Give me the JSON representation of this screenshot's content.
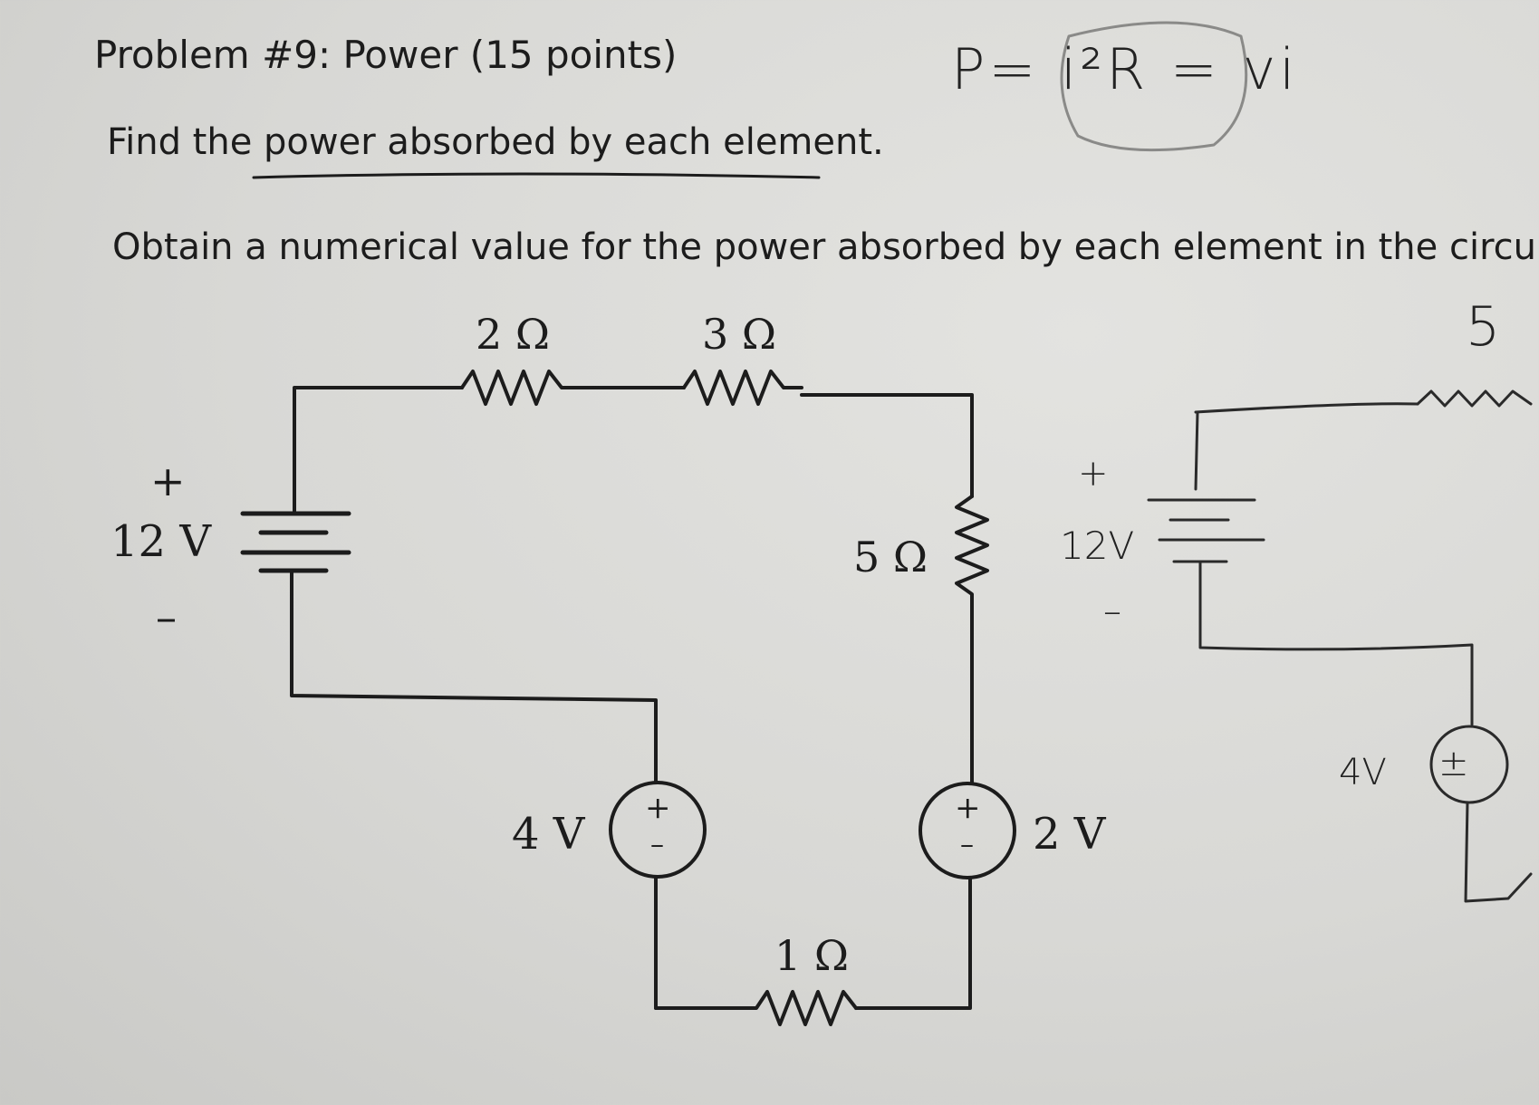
{
  "header": {
    "title": "Problem #9: Power (15 points)",
    "subtitle": "Find the power absorbed by each element.",
    "instruction": "Obtain a numerical value for the power absorbed by each element in the circuit."
  },
  "handwritten": {
    "formula": "P= i²R = vi",
    "five": "5",
    "source_12v": "12V",
    "source_4v": "4V",
    "plus": "+",
    "minus": "–",
    "plus_minus": "±"
  },
  "circuit": {
    "resistors": {
      "r_top_left": "2 Ω",
      "r_top_right": "3 Ω",
      "r_right": "5 Ω",
      "r_bottom": "1 Ω"
    },
    "battery": {
      "label": "12 V",
      "plus": "+",
      "minus": "–"
    },
    "source_4v": {
      "label": "4 V",
      "plus": "+",
      "minus": "–"
    },
    "source_2v": {
      "label": "2 V",
      "plus": "+",
      "minus": "–"
    }
  },
  "colors": {
    "ink": "#1c1c1c",
    "paper": "#dcdcd9"
  }
}
